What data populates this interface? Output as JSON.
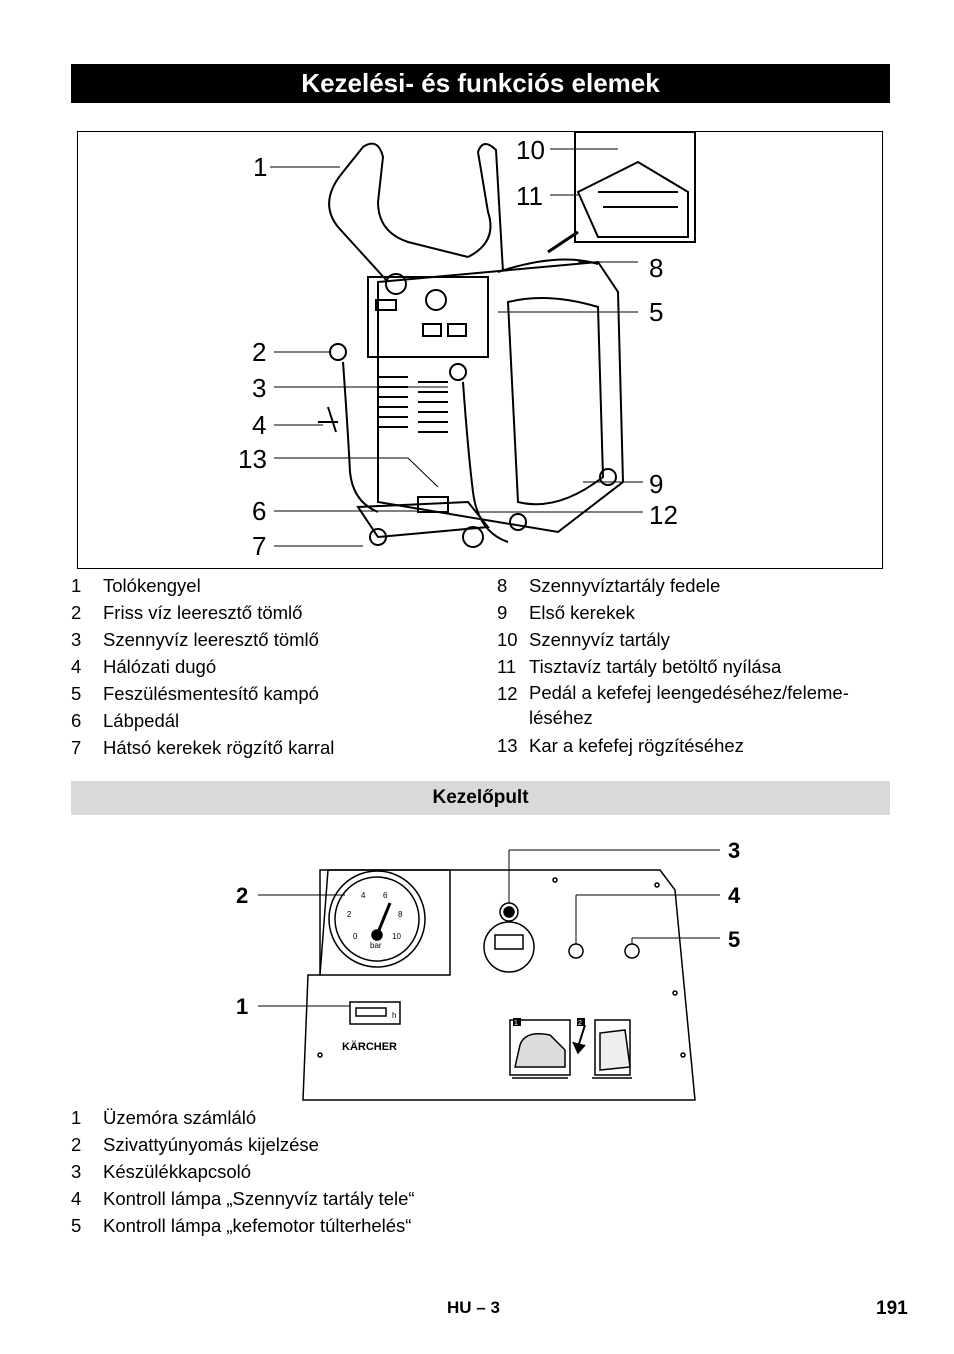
{
  "page": {
    "section_title": "Kezelési- és funkciós elemek",
    "subsection_title": "Kezelőpult",
    "footer_lang": "HU – 3",
    "page_number": "191"
  },
  "figure1": {
    "callouts": [
      "1",
      "2",
      "3",
      "4",
      "13",
      "6",
      "7",
      "10",
      "11",
      "8",
      "5",
      "9",
      "12"
    ]
  },
  "legend1_left": [
    {
      "num": "1",
      "text": "Tolókengyel"
    },
    {
      "num": "2",
      "text": "Friss víz leeresztő tömlő"
    },
    {
      "num": "3",
      "text": "Szennyvíz leeresztő tömlő"
    },
    {
      "num": "4",
      "text": "Hálózati dugó"
    },
    {
      "num": "5",
      "text": "Feszülésmentesítő kampó"
    },
    {
      "num": "6",
      "text": "Lábpedál"
    },
    {
      "num": "7",
      "text": "Hátsó kerekek rögzítő karral"
    }
  ],
  "legend1_right": [
    {
      "num": "8",
      "text": "Szennyvíztartály fedele"
    },
    {
      "num": "9",
      "text": "Első kerekek"
    },
    {
      "num": "10",
      "text": "Szennyvíz tartály"
    },
    {
      "num": "11",
      "text": "Tisztavíz tartály betöltő nyílása"
    },
    {
      "num": "12",
      "text": "Pedál a kefefej leengedéséhez/feleme-\nléséhez"
    },
    {
      "num": "13",
      "text": "Kar a kefefej rögzítéséhez"
    }
  ],
  "figure2": {
    "callouts": [
      "2",
      "1",
      "3",
      "4",
      "5"
    ],
    "gauge_ticks": [
      "2",
      "4",
      "6",
      "8",
      "0",
      "10"
    ],
    "gauge_unit": "bar",
    "hour_unit": "h",
    "brand": "KÄRCHER",
    "step_labels": [
      "1",
      "2"
    ]
  },
  "legend2": [
    {
      "num": "1",
      "text": "Üzemóra számláló"
    },
    {
      "num": "2",
      "text": "Szivattyúnyomás kijelzése"
    },
    {
      "num": "3",
      "text": "Készülékkapcsoló"
    },
    {
      "num": "4",
      "text": "Kontroll lámpa „Szennyvíz tartály tele“"
    },
    {
      "num": "5",
      "text": "Kontroll lámpa „kefemotor túlterhelés“"
    }
  ]
}
